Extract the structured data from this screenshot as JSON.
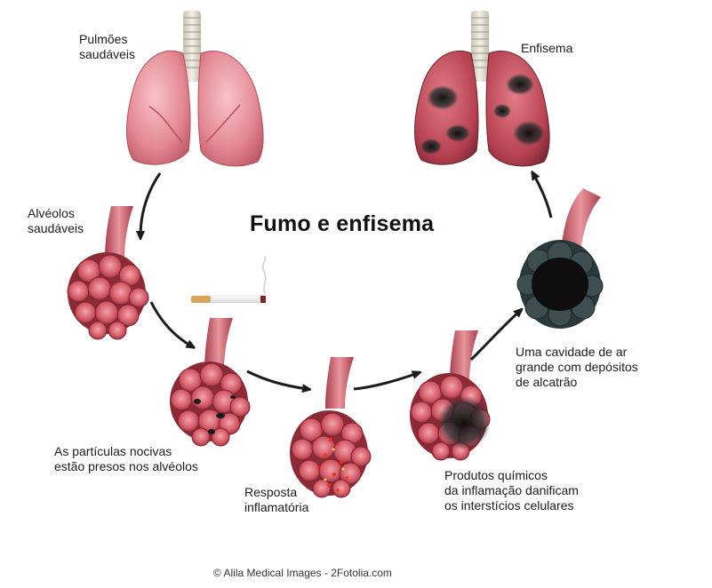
{
  "title": "Fumo e enfisema",
  "labels": {
    "healthy_lungs": "Pulmões\nsaudáveis",
    "emphysema": "Enfisema",
    "healthy_alveoli": "Alvéolos\nsaudáveis",
    "particles_trapped": "As partículas nocivas\nestão presos nos alvéolos",
    "inflammatory_response": "Resposta\ninflamatória",
    "chemicals_damage": "Produtos químicos\nda inflamação danificam\nos interstícios celulares",
    "large_air_cavity": "Uma cavidade de ar\ngrande com depósitos\nde alcatrão"
  },
  "copyright": "© Alila Medical Images - 2Fotolia.com",
  "colors": {
    "lung_pink": "#e58a95",
    "alveolus_red": "#c2404e",
    "tar_black": "#1a1a1a",
    "arrow": "#1c1c1c"
  }
}
